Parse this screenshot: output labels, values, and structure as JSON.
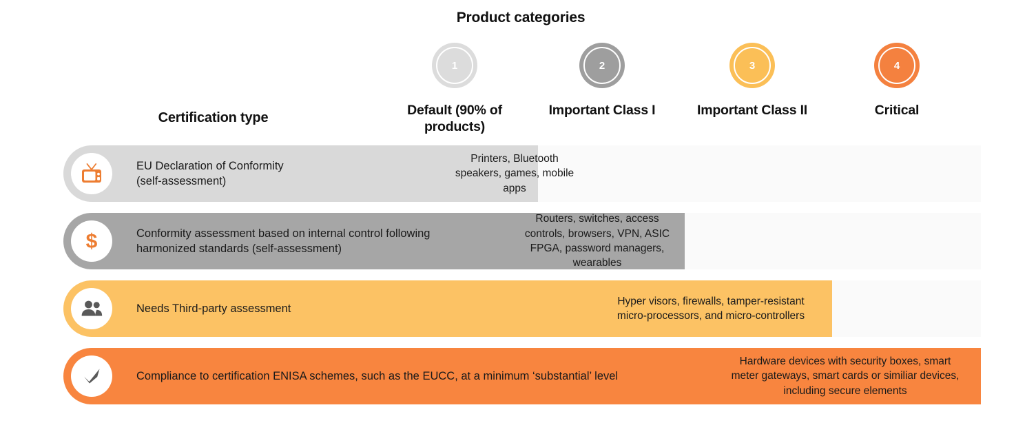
{
  "title": "Product categories",
  "certification_type_label": "Certification type",
  "colors": {
    "cat1": "#DCDCDC",
    "cat2": "#9E9E9E",
    "cat3": "#FBBF57",
    "cat4": "#F4813F",
    "row1_fill": "#D9D9D9",
    "row2_fill": "#A6A6A6",
    "row3_fill": "#FCC264",
    "row4_fill": "#F8853F",
    "track": "#FAFAFA",
    "icon_orange": "#ED7D31",
    "icon_gray": "#595959"
  },
  "categories": [
    {
      "number": "1",
      "label": "Default (90% of\nproducts)",
      "color_key": "cat1"
    },
    {
      "number": "2",
      "label": "Important Class I",
      "color_key": "cat2"
    },
    {
      "number": "3",
      "label": "Important Class II",
      "color_key": "cat3"
    },
    {
      "number": "4",
      "label": "Critical",
      "color_key": "cat4"
    }
  ],
  "rows": [
    {
      "icon": "retro-tv-icon",
      "description": "EU Declaration of Conformity\n(self-assessment)",
      "example": "Printers, Bluetooth\nspeakers, games, mobile\napps"
    },
    {
      "icon": "dollar-sign-icon",
      "description": "Conformity assessment based on internal control following\nharmonized standards (self-assessment)",
      "example": "Routers, switches, access\ncontrols, browsers, VPN, ASIC\nFPGA, password managers,\nwearables"
    },
    {
      "icon": "people-icon",
      "description": "Needs Third-party assessment",
      "example": "Hyper visors, firewalls, tamper-resistant\nmicro-processors, and micro-controllers"
    },
    {
      "icon": "checkmark-icon",
      "description": "Compliance to certification ENISA schemes, such as the EUCC, at a minimum ‘substantial’ level",
      "example": "Hardware devices with security boxes, smart\nmeter gateways, smart cards or similiar devices,\nincluding secure elements"
    }
  ]
}
